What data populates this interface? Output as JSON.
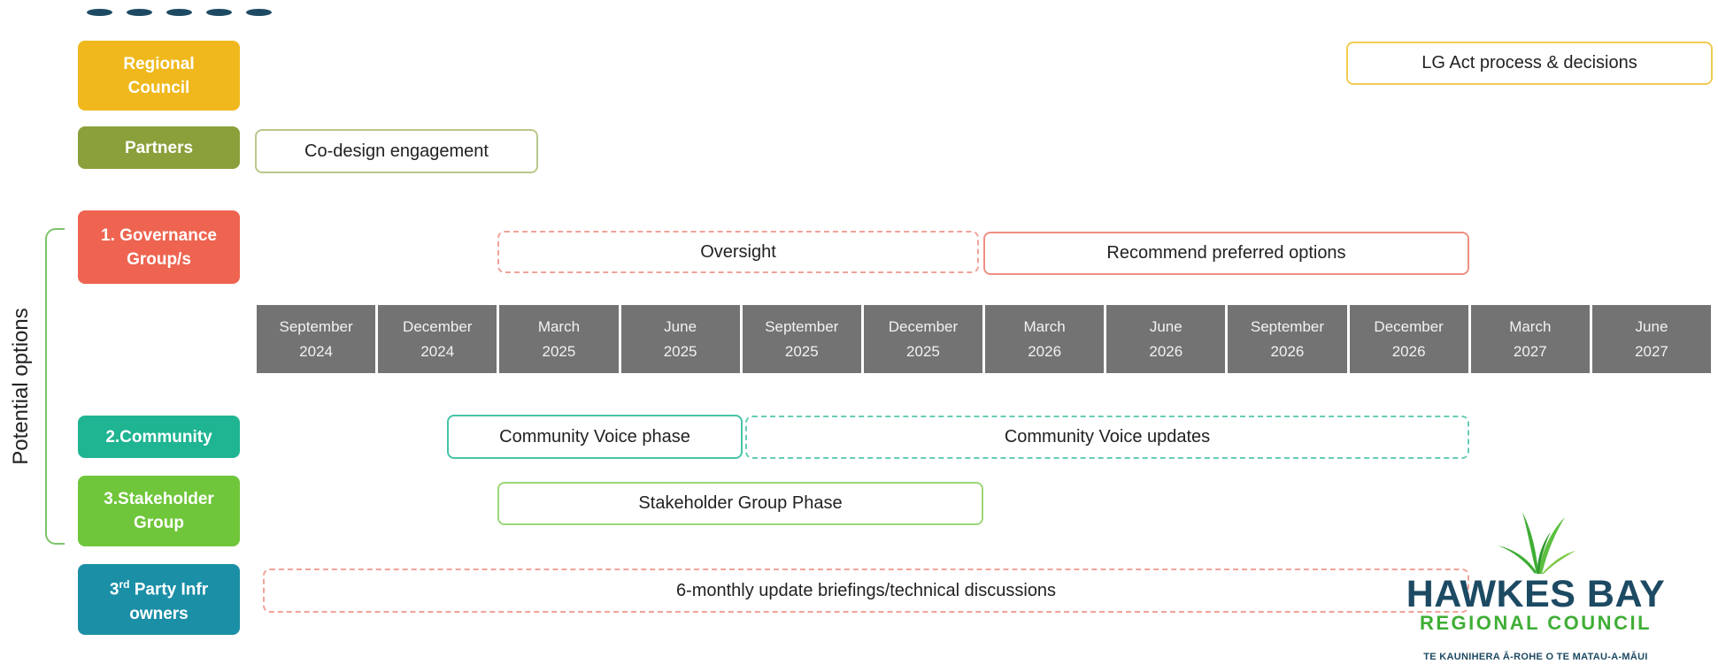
{
  "roles": {
    "regional_council": "Regional\nCouncil",
    "partners": "Partners",
    "governance": "1. Governance\nGroup/s",
    "community": "2.Community",
    "stakeholder": "3.Stakeholder\nGroup",
    "third_party_prefix": "3",
    "third_party_sup": "rd",
    "third_party_rest": " Party Infr\nowners"
  },
  "bars": {
    "lg_act": "LG Act process & decisions",
    "codesign": "Co-design engagement",
    "oversight": "Oversight",
    "recommend": "Recommend preferred options",
    "community_voice_phase": "Community Voice phase",
    "community_voice_updates": "Community Voice updates",
    "stakeholder_phase": "Stakeholder Group Phase",
    "briefings": "6-monthly update briefings/technical discussions"
  },
  "timeline": [
    {
      "month": "September",
      "year": "2024"
    },
    {
      "month": "December",
      "year": "2024"
    },
    {
      "month": "March",
      "year": "2025"
    },
    {
      "month": "June",
      "year": "2025"
    },
    {
      "month": "September",
      "year": "2025"
    },
    {
      "month": "December",
      "year": "2025"
    },
    {
      "month": "March",
      "year": "2026"
    },
    {
      "month": "June",
      "year": "2026"
    },
    {
      "month": "September",
      "year": "2026"
    },
    {
      "month": "December",
      "year": "2026"
    },
    {
      "month": "March",
      "year": "2027"
    },
    {
      "month": "June",
      "year": "2027"
    }
  ],
  "side_label": "Potential options",
  "logo": {
    "main": "HAWKES BAY",
    "sub": "REGIONAL COUNCIL",
    "tagline": "TE KAUNIHERA Ā-ROHE O TE MATAU-A-MĀUI"
  },
  "colors": {
    "regional_council": "#f0b81c",
    "partners": "#8aa03a",
    "governance": "#ee6450",
    "community": "#1fb492",
    "stakeholder": "#6fc63a",
    "third_party": "#1b8fa6",
    "timeline": "#737373",
    "logo_navy": "#1d4a63",
    "logo_green": "#3fae35"
  }
}
